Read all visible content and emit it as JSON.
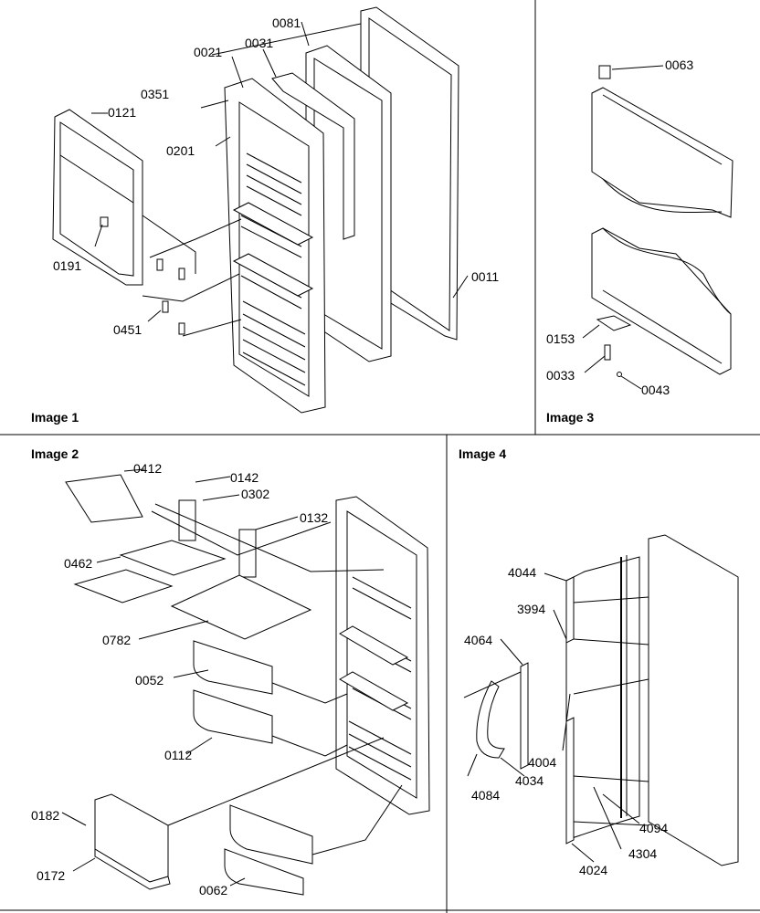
{
  "panels": [
    {
      "title": "Image 1",
      "labels": [
        "0081",
        "0021",
        "0031",
        "0351",
        "0121",
        "0201",
        "0191",
        "0011",
        "0451"
      ]
    },
    {
      "title": "Image 2",
      "labels": [
        "0412",
        "0142",
        "0302",
        "0132",
        "0462",
        "0782",
        "0052",
        "0112",
        "0182",
        "0172",
        "0062"
      ]
    },
    {
      "title": "Image 3",
      "labels": [
        "0063",
        "0153",
        "0033",
        "0043"
      ]
    },
    {
      "title": "Image 4",
      "labels": [
        "4044",
        "3994",
        "4064",
        "4004",
        "4034",
        "4084",
        "4094",
        "4304",
        "4024"
      ]
    }
  ]
}
